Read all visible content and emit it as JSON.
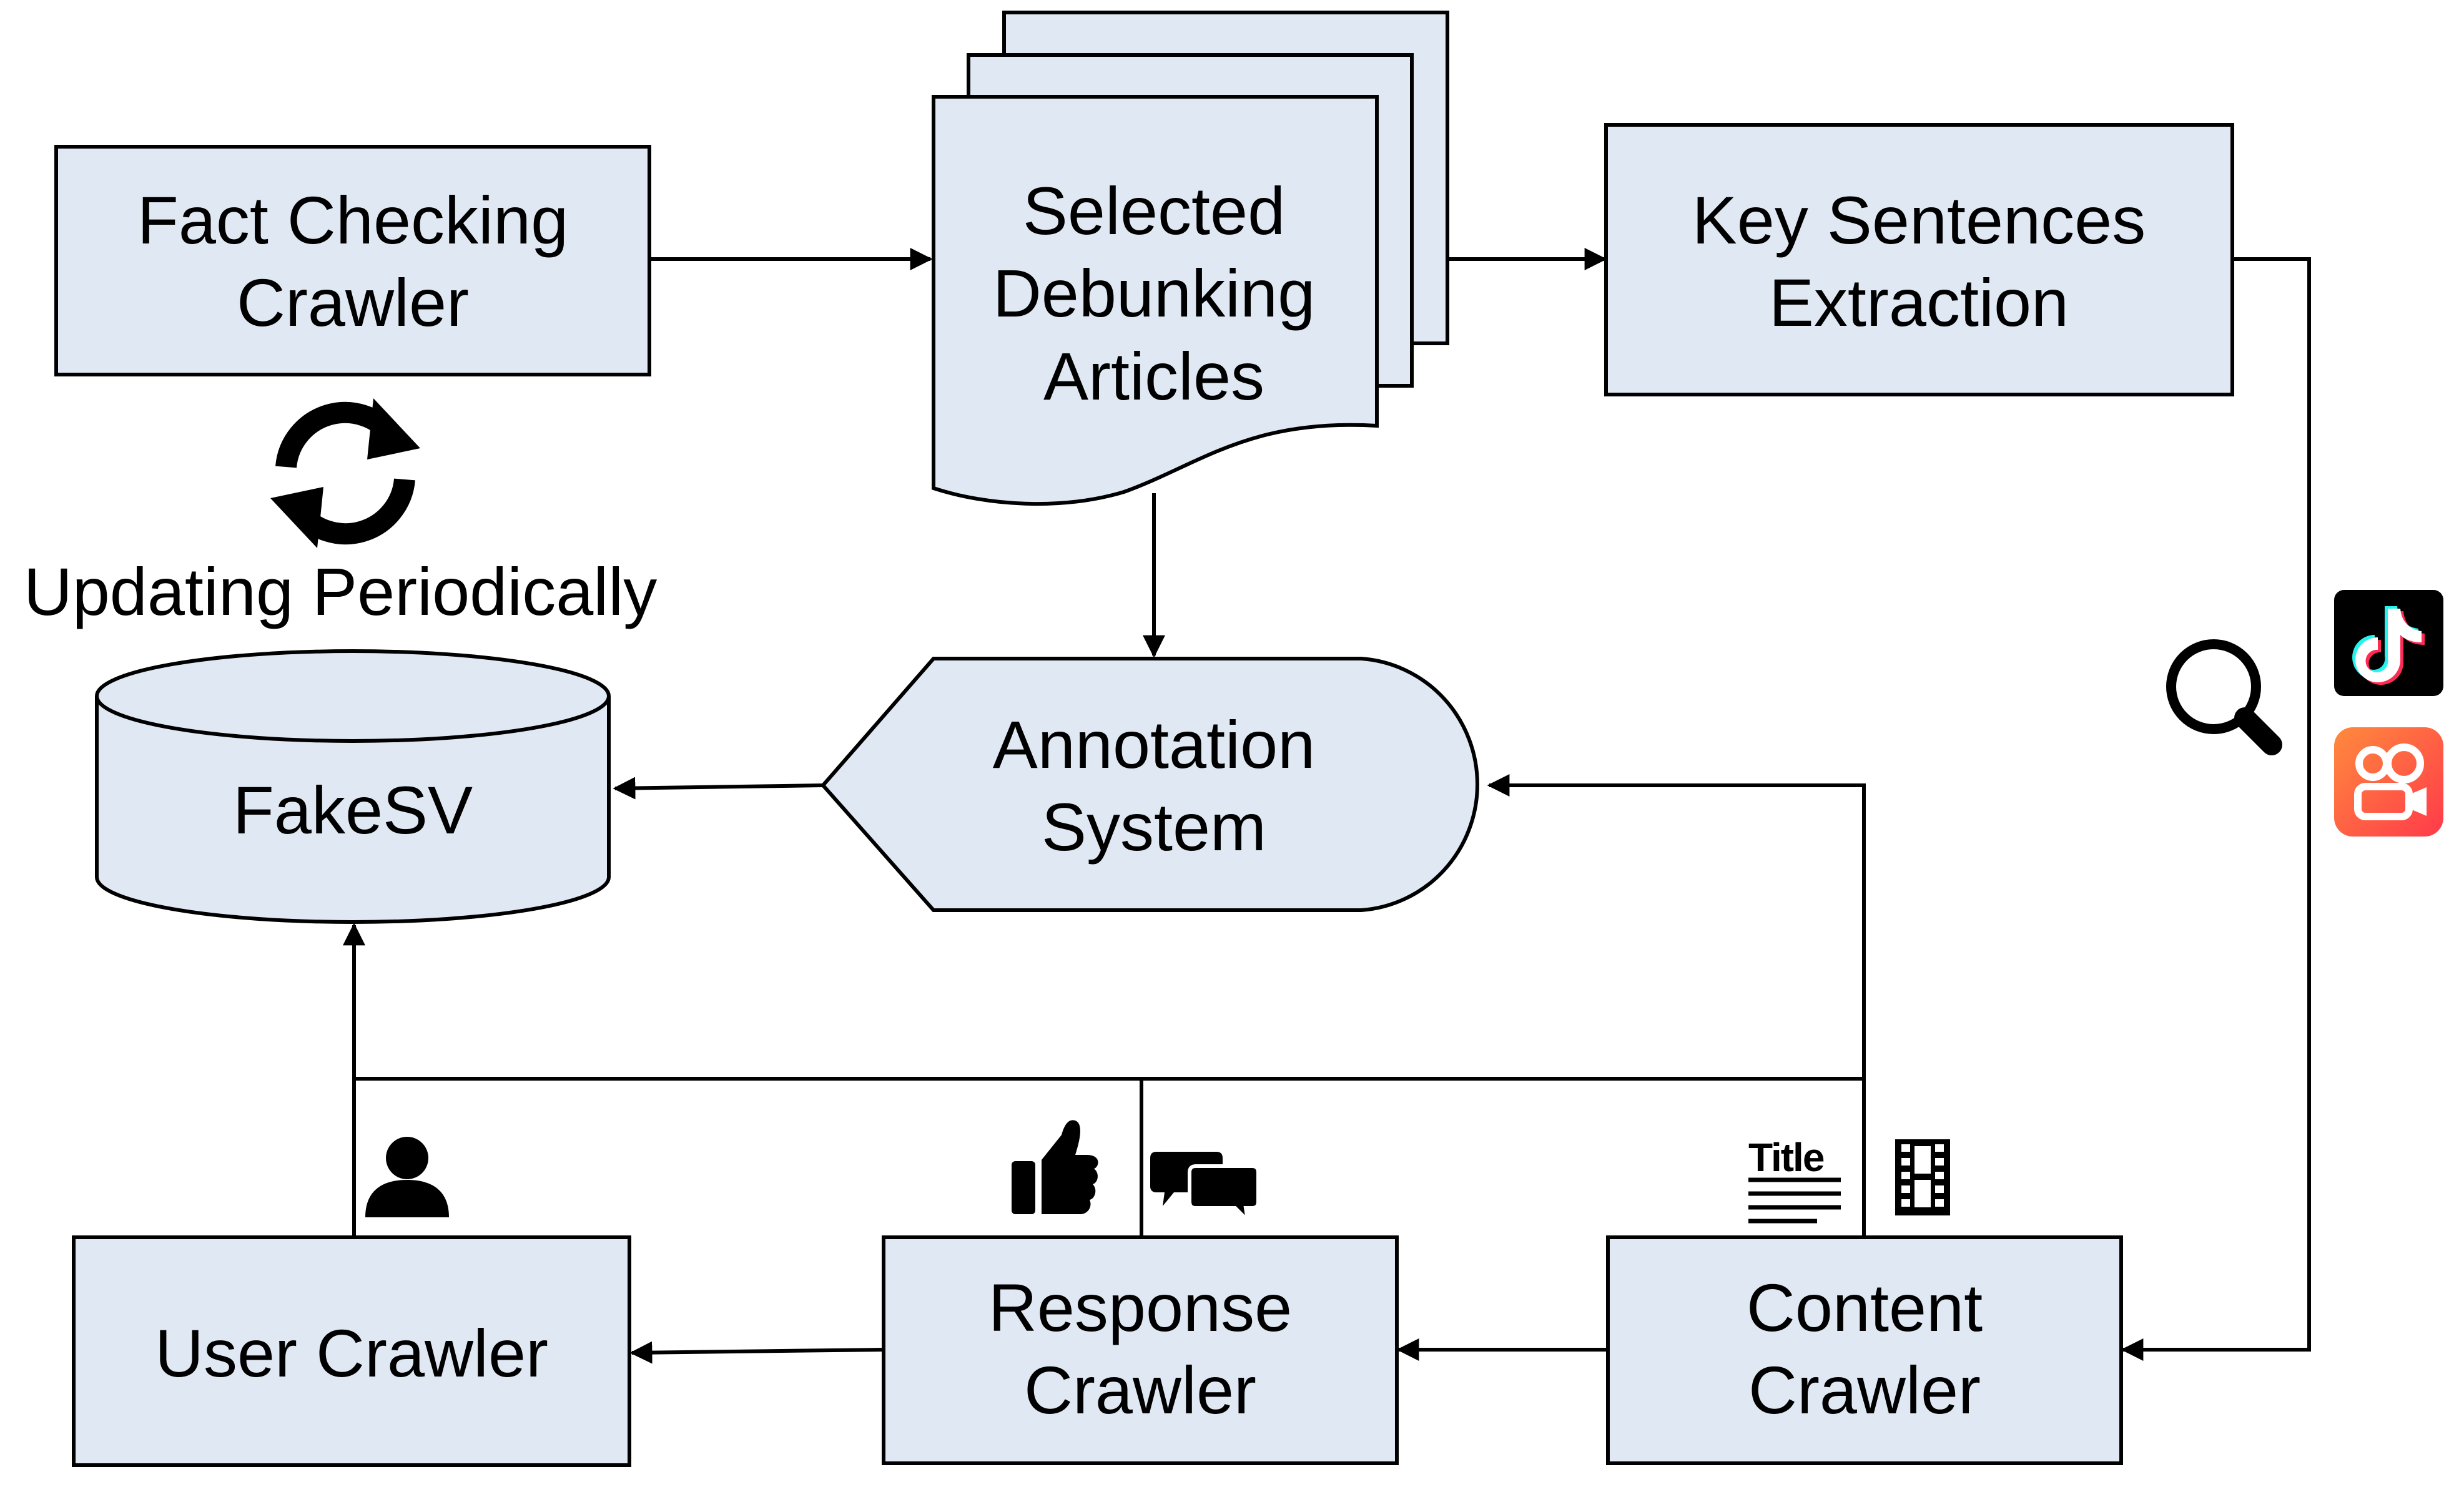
{
  "nodes": {
    "fact_checking_crawler": [
      "Fact Checking",
      "Crawler"
    ],
    "selected_debunking_articles": [
      "Selected",
      "Debunking",
      "Articles"
    ],
    "key_sentences_extraction": [
      "Key Sentences",
      "Extraction"
    ],
    "annotation_system": [
      "Annotation",
      "System"
    ],
    "fakesv": "FakeSV",
    "user_crawler": "User Crawler",
    "response_crawler": [
      "Response",
      "Crawler"
    ],
    "content_crawler": [
      "Content",
      "Crawler"
    ]
  },
  "notes": {
    "updating_periodically": "Updating Periodically",
    "title_icon_text": "Title"
  },
  "icons": {
    "refresh": "refresh-icon",
    "search": "search-icon",
    "tiktok": "tiktok-icon",
    "kuaishou": "kuaishou-icon",
    "user": "user-icon",
    "thumbs_up": "thumbs-up-icon",
    "comments": "comments-icon",
    "title": "title-icon",
    "film": "film-icon"
  },
  "colors": {
    "box_fill": "#dfe8f3",
    "stroke": "#000000",
    "tiktok_bg": "#000000",
    "kuaishou_bg": "#ff5a2d"
  }
}
